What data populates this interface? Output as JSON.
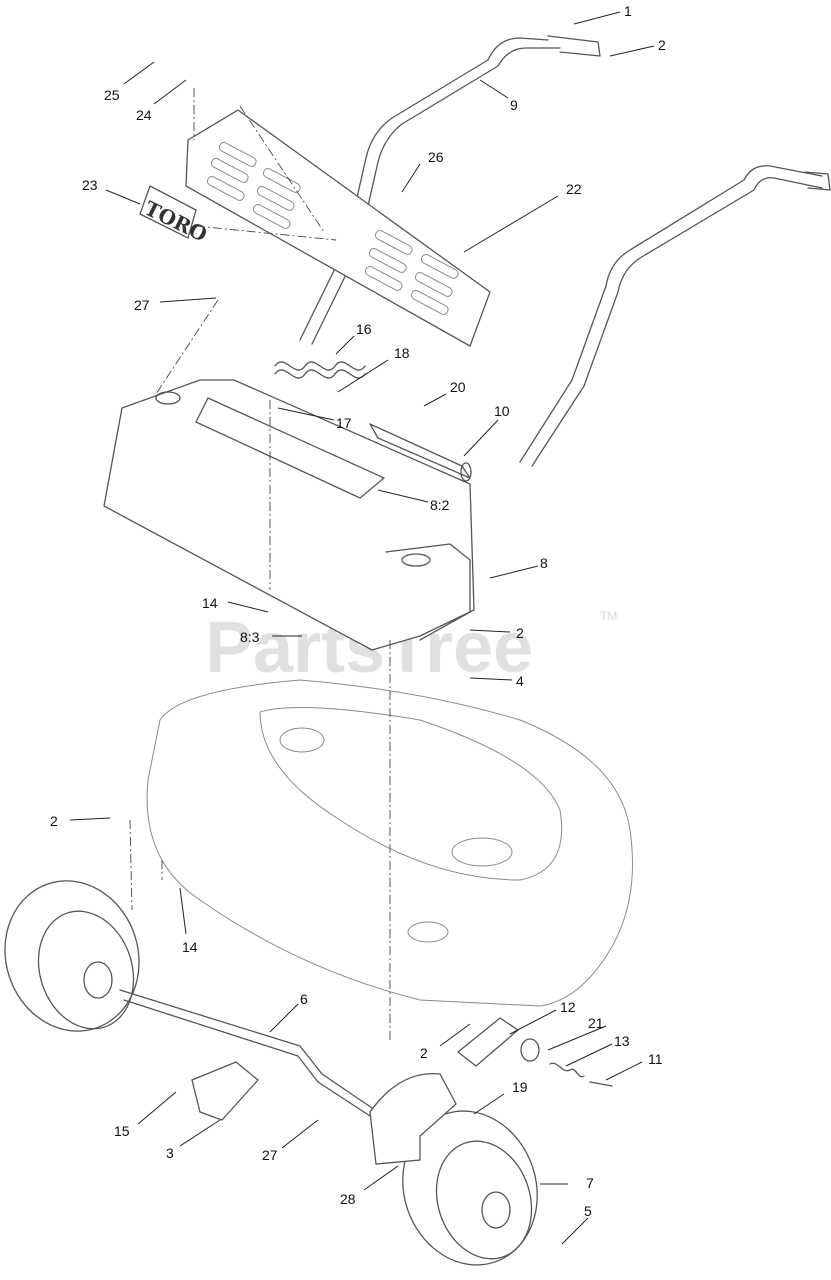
{
  "diagram": {
    "callouts": [
      "1",
      "2",
      "9",
      "25",
      "24",
      "26",
      "23",
      "22",
      "27",
      "16",
      "18",
      "20",
      "10",
      "17",
      "8:2",
      "8",
      "14",
      "8:3",
      "2",
      "4",
      "2",
      "14",
      "6",
      "12",
      "21",
      "13",
      "11",
      "2",
      "19",
      "15",
      "3",
      "27",
      "7",
      "28",
      "5"
    ],
    "logo_text": "TORO",
    "watermark": "PartsTree",
    "watermark_tm": "TM"
  }
}
